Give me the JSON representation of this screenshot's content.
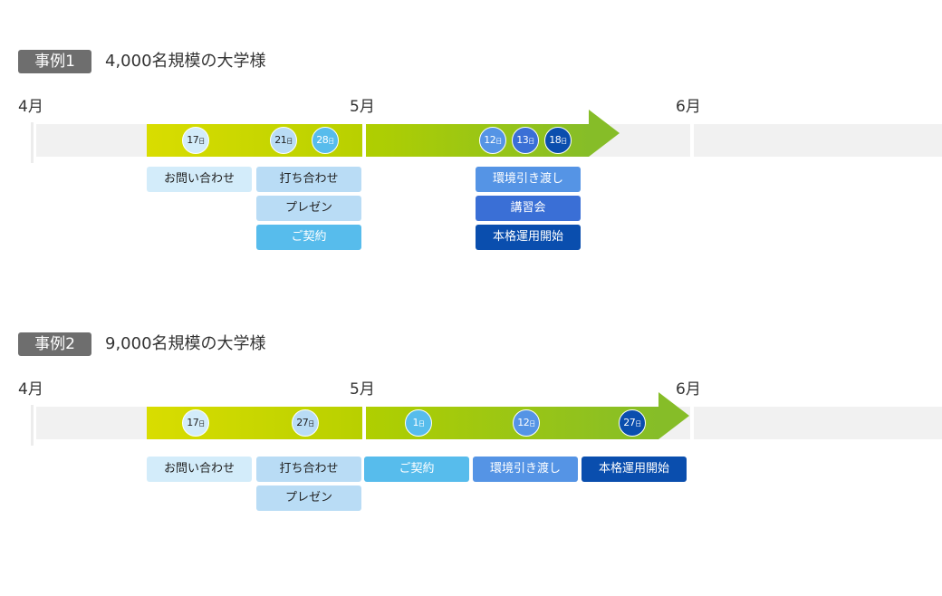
{
  "colors": {
    "badge_bg": "#6e6e6e",
    "track_bg": "#f1f1f1",
    "grad_start": "#d9dd00",
    "grad_mid": "#a9cc00",
    "grad_end": "#86bd28",
    "step_inquiry": "#d3ecfa",
    "step_meeting": "#b9dcf5",
    "step_contract": "#57bcec",
    "step_handover": "#5594e5",
    "step_training": "#3a6fd6",
    "step_launch": "#0a4eae"
  },
  "cases": [
    {
      "badge": "事例1",
      "title": "4,000名規模の大学様",
      "months": [
        "4月",
        "5月",
        "6月"
      ],
      "dates": [
        {
          "label": "17",
          "unit": "日",
          "month": 4,
          "day": 17,
          "type": "inquiry"
        },
        {
          "label": "21",
          "unit": "日",
          "month": 4,
          "day": 21,
          "type": "meeting"
        },
        {
          "label": "28",
          "unit": "日",
          "month": 4,
          "day": 28,
          "type": "contract"
        },
        {
          "label": "12",
          "unit": "日",
          "month": 5,
          "day": 12,
          "type": "handover"
        },
        {
          "label": "13",
          "unit": "日",
          "month": 5,
          "day": 13,
          "type": "training"
        },
        {
          "label": "18",
          "unit": "日",
          "month": 5,
          "day": 18,
          "type": "launch"
        }
      ],
      "steps": [
        {
          "label": "お問い合わせ",
          "type": "inquiry"
        },
        {
          "label": "打ち合わせ",
          "type": "meeting"
        },
        {
          "label": "プレゼン",
          "type": "meeting"
        },
        {
          "label": "ご契約",
          "type": "contract"
        },
        {
          "label": "環境引き渡し",
          "type": "handover"
        },
        {
          "label": "講習会",
          "type": "training"
        },
        {
          "label": "本格運用開始",
          "type": "launch"
        }
      ]
    },
    {
      "badge": "事例2",
      "title": "9,000名規模の大学様",
      "months": [
        "4月",
        "5月",
        "6月"
      ],
      "dates": [
        {
          "label": "17",
          "unit": "日",
          "month": 4,
          "day": 17,
          "type": "inquiry"
        },
        {
          "label": "27",
          "unit": "日",
          "month": 4,
          "day": 27,
          "type": "meeting"
        },
        {
          "label": "1",
          "unit": "日",
          "month": 5,
          "day": 1,
          "type": "contract"
        },
        {
          "label": "12",
          "unit": "日",
          "month": 5,
          "day": 12,
          "type": "handover"
        },
        {
          "label": "27",
          "unit": "日",
          "month": 5,
          "day": 27,
          "type": "launch"
        }
      ],
      "steps": [
        {
          "label": "お問い合わせ",
          "type": "inquiry"
        },
        {
          "label": "打ち合わせ",
          "type": "meeting"
        },
        {
          "label": "プレゼン",
          "type": "meeting"
        },
        {
          "label": "ご契約",
          "type": "contract"
        },
        {
          "label": "環境引き渡し",
          "type": "handover"
        },
        {
          "label": "本格運用開始",
          "type": "launch"
        }
      ]
    }
  ]
}
